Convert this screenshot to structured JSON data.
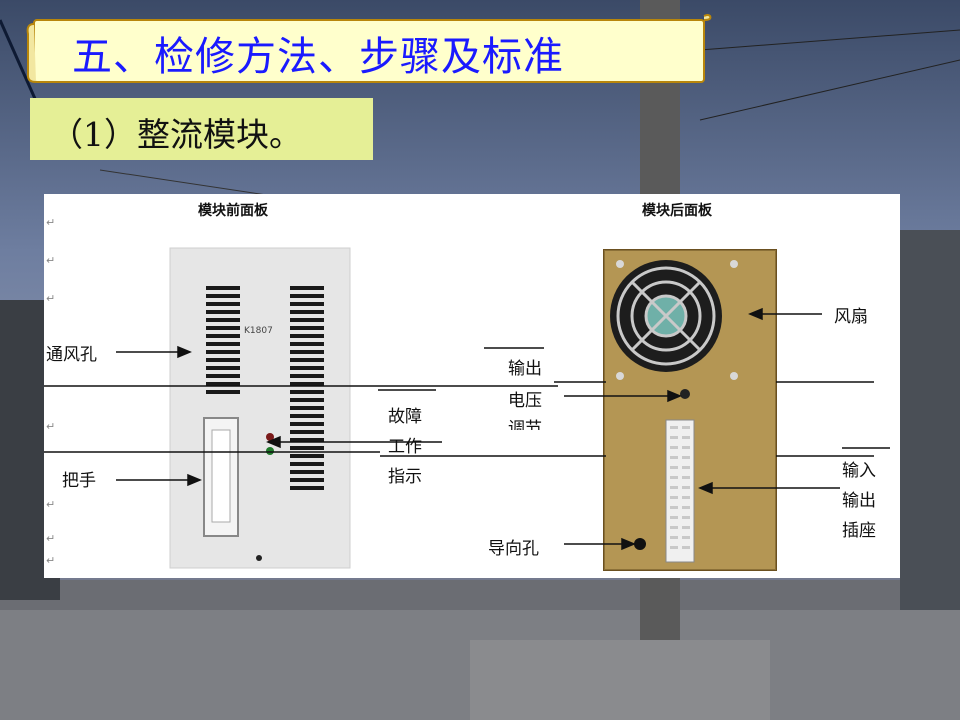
{
  "slide": {
    "title": "五、检修方法、步骤及标准",
    "subtitle": "（1）整流模块。"
  },
  "figure": {
    "front_header": "模块前面板",
    "back_header": "模块后面板",
    "model_text": "K1807",
    "labels": {
      "vent": "通风孔",
      "handle": "把手",
      "fault": "故障",
      "work": "工作",
      "indicator": "指示",
      "output": "输出",
      "voltage": "电压",
      "adjust": "调节",
      "guide_hole": "导向孔",
      "fan": "风扇",
      "input": "输入",
      "output2": "输出",
      "socket": "插座"
    },
    "return_mark": "↵"
  },
  "colors": {
    "title_text": "#1a1aff",
    "subtitle_bg": "#e5ef96",
    "scroll_fill": "#ffffcc",
    "scroll_border": "#b8860b"
  }
}
